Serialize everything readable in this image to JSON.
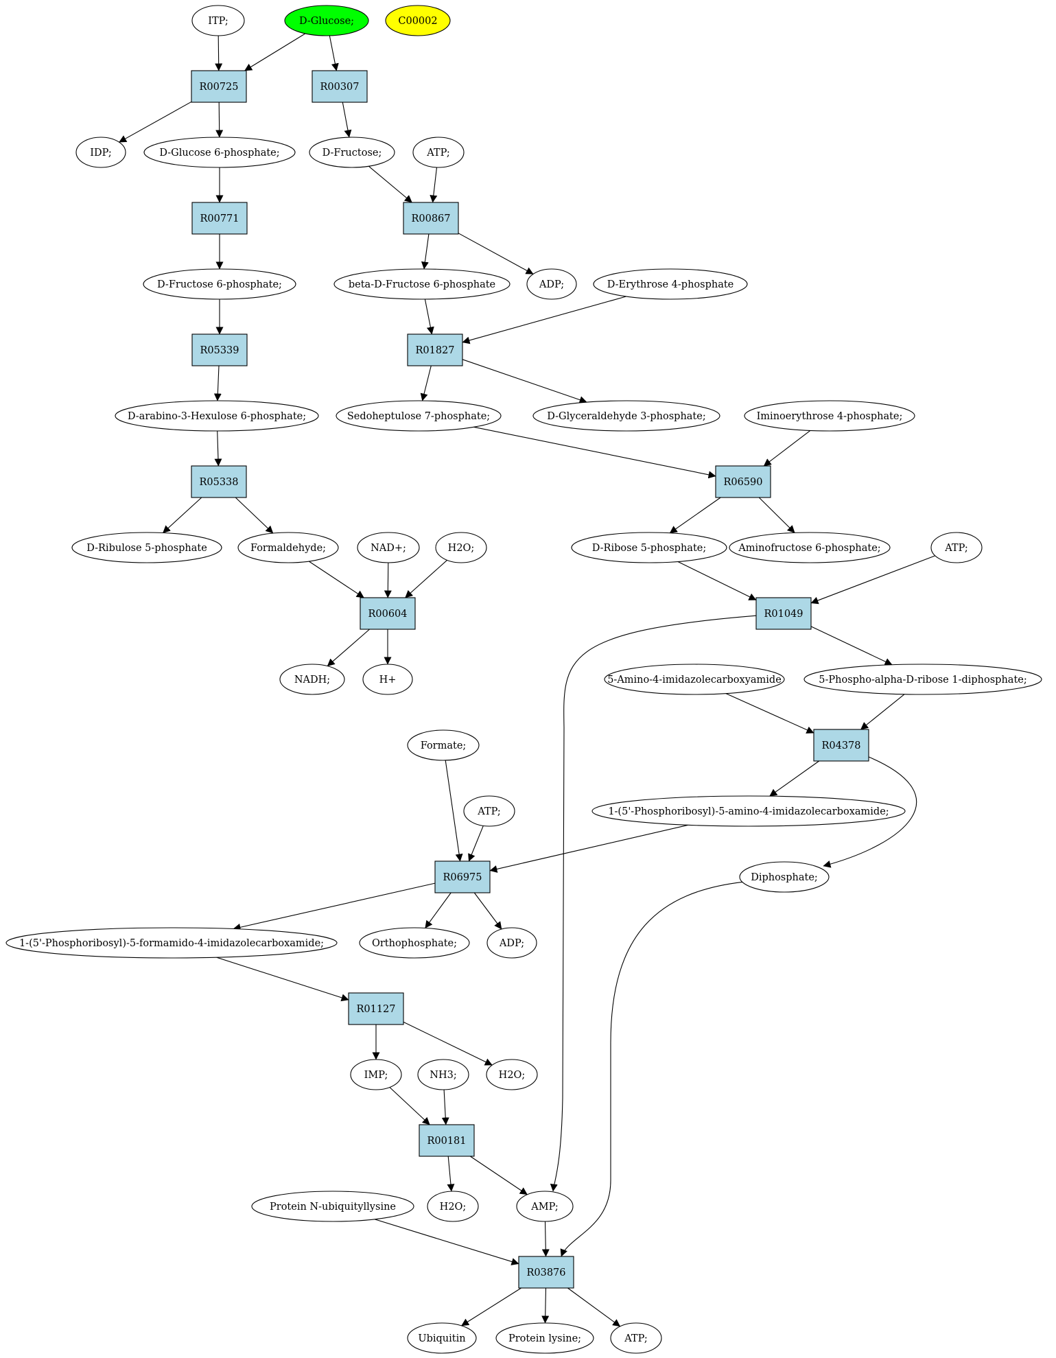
{
  "colors": {
    "reaction_fill": "#add8e6",
    "compound_fill": "#ffffff",
    "highlight_green": "#00ff00",
    "highlight_yellow": "#ffff00",
    "stroke": "#000000"
  },
  "nodes": {
    "itp": "ITP;",
    "d_glucose": "D-Glucose;",
    "c00002": "C00002",
    "r00725": "R00725",
    "r00307": "R00307",
    "idp": "IDP;",
    "d_glucose_6p": "D-Glucose 6-phosphate;",
    "d_fructose": "D-Fructose;",
    "atp_1": "ATP;",
    "r00771": "R00771",
    "r00867": "R00867",
    "d_fructose_6p": "D-Fructose 6-phosphate;",
    "beta_d_fructose_6p": "beta-D-Fructose 6-phosphate",
    "adp_1": "ADP;",
    "d_erythrose_4p": "D-Erythrose 4-phosphate",
    "r05339": "R05339",
    "r01827": "R01827",
    "d_arabino_hexulose": "D-arabino-3-Hexulose 6-phosphate;",
    "sedoheptulose_7p": "Sedoheptulose 7-phosphate;",
    "d_glyceraldehyde_3p": "D-Glyceraldehyde 3-phosphate;",
    "iminoerythrose_4p": "Iminoerythrose 4-phosphate;",
    "r05338": "R05338",
    "r06590": "R06590",
    "d_ribulose_5p": "D-Ribulose 5-phosphate",
    "formaldehyde": "Formaldehyde;",
    "nad_plus": "NAD+;",
    "h2o_1": "H2O;",
    "d_ribose_5p": "D-Ribose 5-phosphate;",
    "aminofructose_6p": "Aminofructose 6-phosphate;",
    "atp_2": "ATP;",
    "r00604": "R00604",
    "r01049": "R01049",
    "nadh": "NADH;",
    "h_plus": "H+",
    "aica": "5-Amino-4-imidazolecarboxyamide",
    "prpp": "5-Phospho-alpha-D-ribose 1-diphosphate;",
    "formate": "Formate;",
    "r04378": "R04378",
    "atp_3": "ATP;",
    "aicar": "1-(5'-Phosphoribosyl)-5-amino-4-imidazolecarboxamide;",
    "r06975": "R06975",
    "diphosphate": "Diphosphate;",
    "faicar": "1-(5'-Phosphoribosyl)-5-formamido-4-imidazolecarboxamide;",
    "orthophosphate": "Orthophosphate;",
    "adp_2": "ADP;",
    "r01127": "R01127",
    "imp": "IMP;",
    "nh3": "NH3;",
    "h2o_2": "H2O;",
    "r00181": "R00181",
    "protein_ubiquityllysine": "Protein N-ubiquityllysine",
    "h2o_3": "H2O;",
    "amp": "AMP;",
    "r03876": "R03876",
    "ubiquitin": "Ubiquitin",
    "protein_lysine": "Protein lysine;",
    "atp_4": "ATP;"
  }
}
